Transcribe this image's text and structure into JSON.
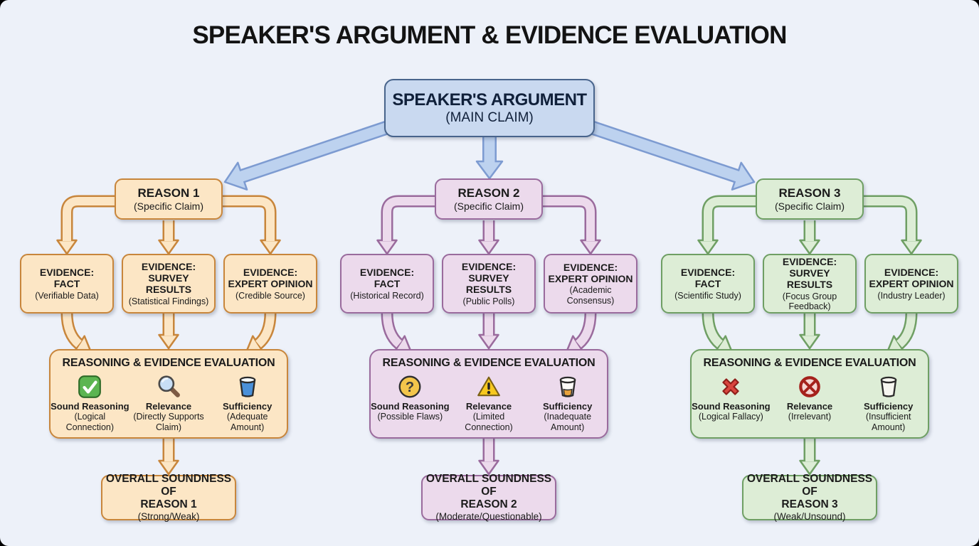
{
  "page_title": "SPEAKER'S ARGUMENT & EVIDENCE EVALUATION",
  "background_color": "#edf1f9",
  "main_claim": {
    "title": "SPEAKER'S ARGUMENT",
    "subtitle": "(MAIN CLAIM)",
    "colors": {
      "fill": "#c9d9f0",
      "border": "#48648c",
      "arrow_fill": "#bdd2ef",
      "arrow_border": "#7d9bd1"
    }
  },
  "branches": [
    {
      "name": "reason-1",
      "colors": {
        "fill": "#fce6c5",
        "border": "#c8863c"
      },
      "reason": {
        "title": "REASON 1",
        "subtitle": "(Specific Claim)"
      },
      "evidence": [
        {
          "label": "EVIDENCE:",
          "type": "FACT",
          "detail": "(Verifiable Data)"
        },
        {
          "label": "EVIDENCE:",
          "type": "SURVEY RESULTS",
          "detail": "(Statistical Findings)"
        },
        {
          "label": "EVIDENCE:",
          "type": "EXPERT OPINION",
          "detail": "(Credible Source)"
        }
      ],
      "evaluation": {
        "title": "REASONING & EVIDENCE EVALUATION",
        "criteria": [
          {
            "icon": "check-square",
            "label": "Sound Reasoning",
            "detail": "(Logical Connection)"
          },
          {
            "icon": "magnifier",
            "label": "Relevance",
            "detail": "(Directly Supports Claim)"
          },
          {
            "icon": "glass-full",
            "label": "Sufficiency",
            "detail": "(Adequate Amount)"
          }
        ]
      },
      "overall": {
        "line1": "OVERALL SOUNDNESS OF",
        "line2": "REASON 1",
        "detail": "(Strong/Weak)"
      }
    },
    {
      "name": "reason-2",
      "colors": {
        "fill": "#ecdaec",
        "border": "#9a6b9d"
      },
      "reason": {
        "title": "REASON 2",
        "subtitle": "(Specific Claim)"
      },
      "evidence": [
        {
          "label": "EVIDENCE:",
          "type": "FACT",
          "detail": "(Historical Record)"
        },
        {
          "label": "EVIDENCE:",
          "type": "SURVEY RESULTS",
          "detail": "(Public Polls)"
        },
        {
          "label": "EVIDENCE:",
          "type": "EXPERT OPINION",
          "detail": "(Academic Consensus)"
        }
      ],
      "evaluation": {
        "title": "REASONING & EVIDENCE EVALUATION",
        "criteria": [
          {
            "icon": "question-circle",
            "label": "Sound Reasoning",
            "detail": "(Possible Flaws)"
          },
          {
            "icon": "warning-triangle",
            "label": "Relevance",
            "detail": "(Limited Connection)"
          },
          {
            "icon": "glass-partial",
            "label": "Sufficiency",
            "detail": "(Inadequate Amount)"
          }
        ]
      },
      "overall": {
        "line1": "OVERALL SOUNDNESS OF",
        "line2": "REASON 2",
        "detail": "(Moderate/Questionable)"
      }
    },
    {
      "name": "reason-3",
      "colors": {
        "fill": "#ddedd6",
        "border": "#6f9f64"
      },
      "reason": {
        "title": "REASON 3",
        "subtitle": "(Specific Claim)"
      },
      "evidence": [
        {
          "label": "EVIDENCE:",
          "type": "FACT",
          "detail": "(Scientific Study)"
        },
        {
          "label": "EVIDENCE:",
          "type": "SURVEY RESULTS",
          "detail": "(Focus Group Feedback)"
        },
        {
          "label": "EVIDENCE:",
          "type": "EXPERT OPINION",
          "detail": "(Industry Leader)"
        }
      ],
      "evaluation": {
        "title": "REASONING & EVIDENCE EVALUATION",
        "criteria": [
          {
            "icon": "x-mark",
            "label": "Sound Reasoning",
            "detail": "(Logical Fallacy)"
          },
          {
            "icon": "no-circle",
            "label": "Relevance",
            "detail": "(Irrelevant)"
          },
          {
            "icon": "glass-empty",
            "label": "Sufficiency",
            "detail": "(Insufficient Amount)"
          }
        ]
      },
      "overall": {
        "line1": "OVERALL SOUNDNESS OF",
        "line2": "REASON 3",
        "detail": "(Weak/Unsound)"
      }
    }
  ]
}
